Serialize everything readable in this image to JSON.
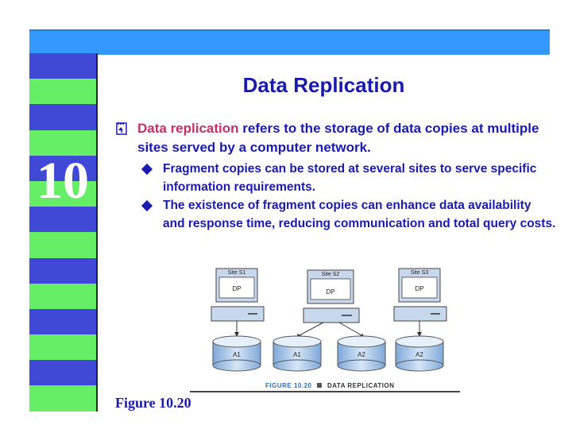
{
  "slide": {
    "title": "Data Replication",
    "chapter_number": "10",
    "main_bullet": {
      "highlight": "Data replication",
      "rest": " refers to the storage of data copies at multiple sites served by a computer network."
    },
    "sub_bullets": [
      "Fragment copies can be stored at several sites to serve specific information requirements.",
      "The existence of fragment copies can enhance data availability and response time, reducing communication and total query costs."
    ],
    "figure": {
      "sites": [
        "Site S1",
        "Site S2",
        "Site S3"
      ],
      "dp_label": "DP",
      "databases": [
        "A1",
        "A1",
        "A2",
        "A2"
      ],
      "figure_label": "FIGURE 10.20",
      "figure_title": "DATA REPLICATION"
    },
    "caption": "Figure 10.20"
  },
  "colors": {
    "top_band": "#3399ff",
    "stripe_blue": "#3f49d6",
    "stripe_green": "#66ee66",
    "text_blue": "#1a1ab0",
    "highlight": "#c0306a"
  }
}
